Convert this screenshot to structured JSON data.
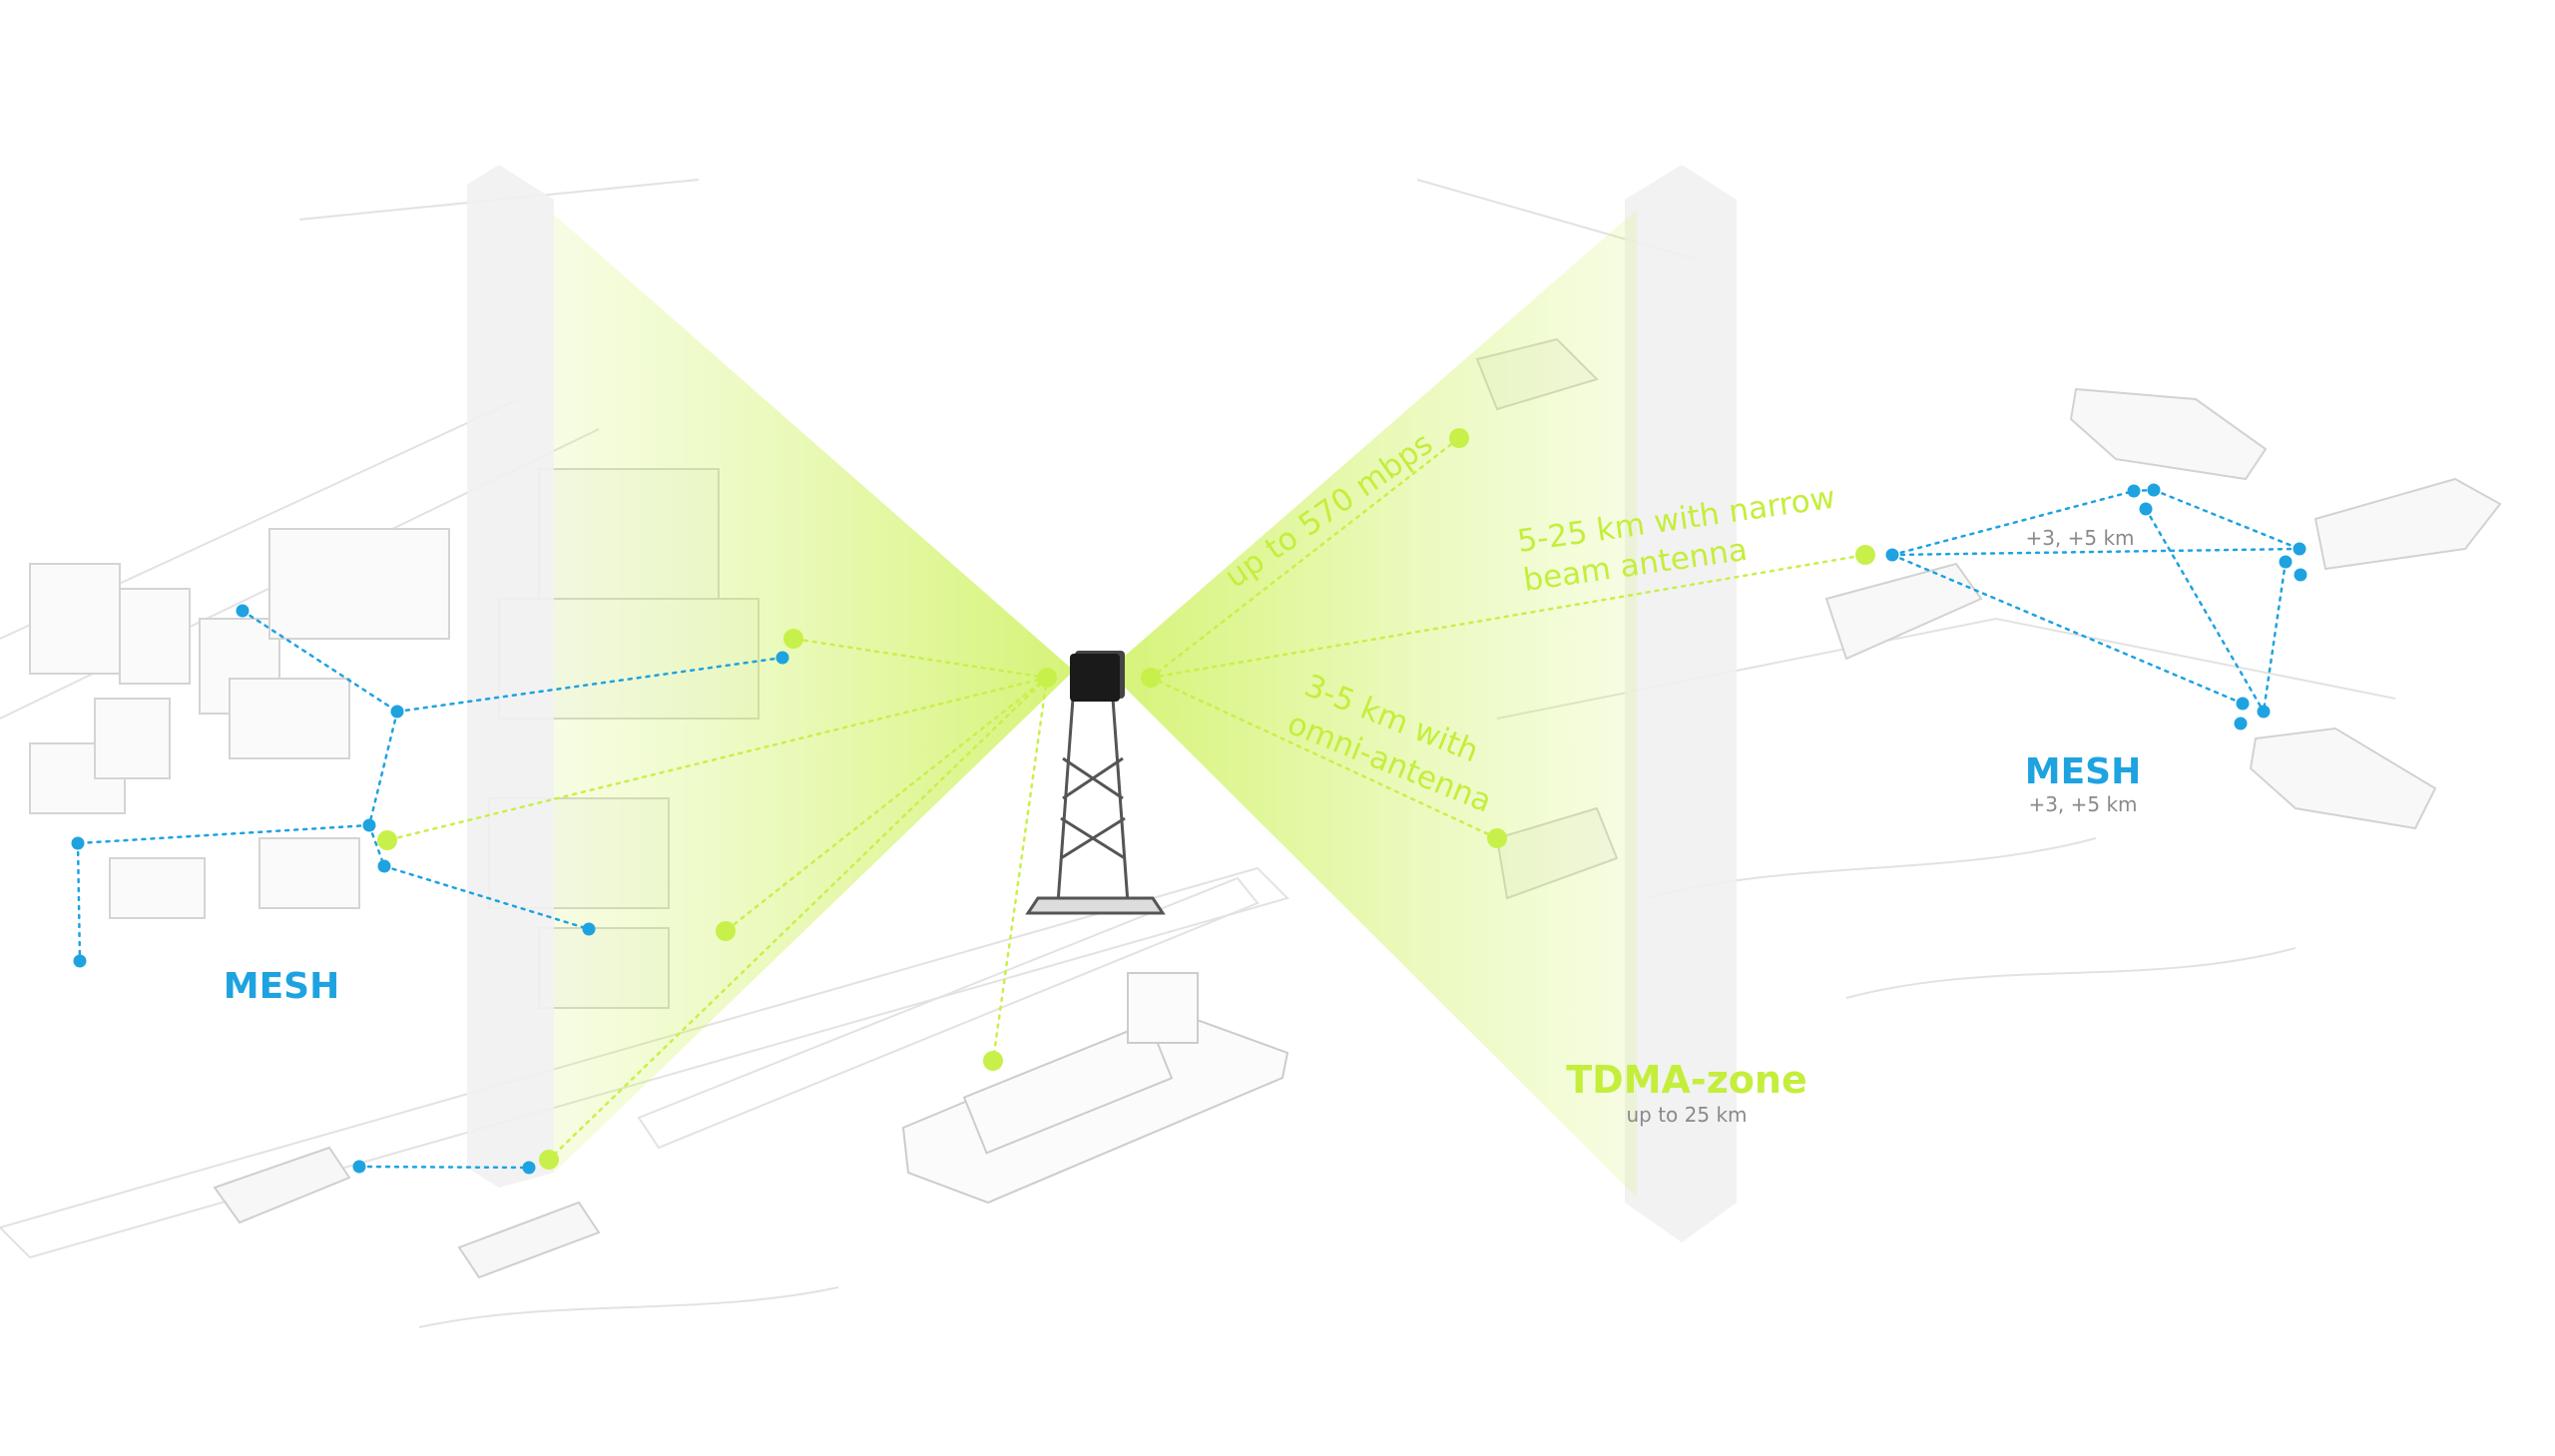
{
  "diagram": {
    "colors": {
      "green": "#c8f04a",
      "green_text": "#c4ee3c",
      "blue": "#1ea3e0",
      "sub_text": "#8a8a8a",
      "sketch": "#d6d6d6",
      "pillar": "#f1f1f1",
      "device": "#1a1a1a"
    },
    "labels": {
      "mesh_left": "MESH",
      "mesh_right": "MESH",
      "mesh_right_range": "+3, +5 km",
      "mesh_cluster_range": "+3, +5 km",
      "speed": "up to 570 mbps",
      "narrow_line1": "5-25 km  with narrow",
      "narrow_line2": "beam antenna",
      "omni_line1": "3-5 km with",
      "omni_line2": "omni-antenna",
      "tdma_title": "TDMA-zone",
      "tdma_range": "up to 25 km"
    },
    "icons": {
      "central_device": "radio-base-station-icon",
      "tower": "antenna-tower-icon",
      "ships": "ship-icon",
      "containers": "container-stack-icon"
    }
  }
}
